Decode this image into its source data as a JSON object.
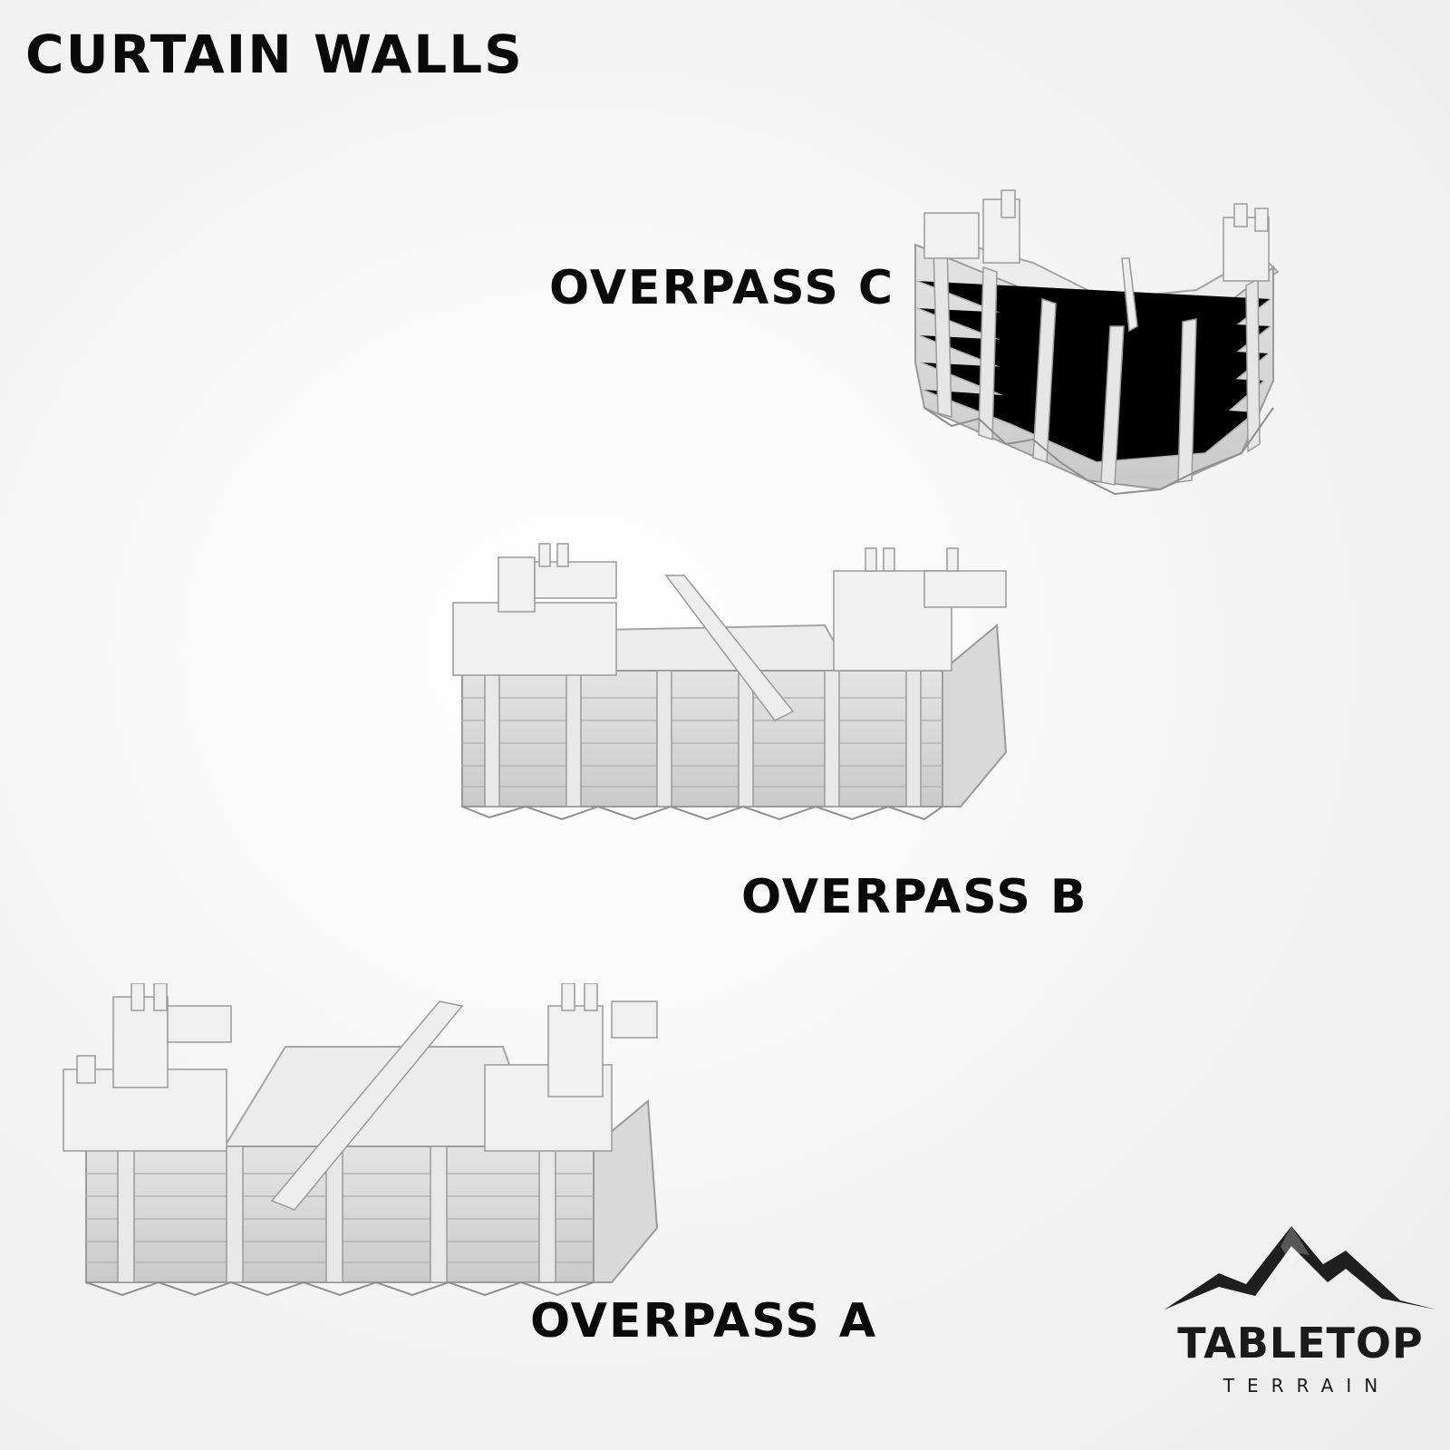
{
  "title": "CURTAIN WALLS",
  "products": [
    {
      "label": "OVERPASS C"
    },
    {
      "label": "OVERPASS B"
    },
    {
      "label": "OVERPASS A"
    }
  ],
  "logo": {
    "line1": "TABLETOP",
    "line2": "TERRAIN"
  },
  "colors": {
    "model_fill": "#d6d6d6",
    "model_edge": "#9a9a9a",
    "text": "#0a0a0a"
  }
}
